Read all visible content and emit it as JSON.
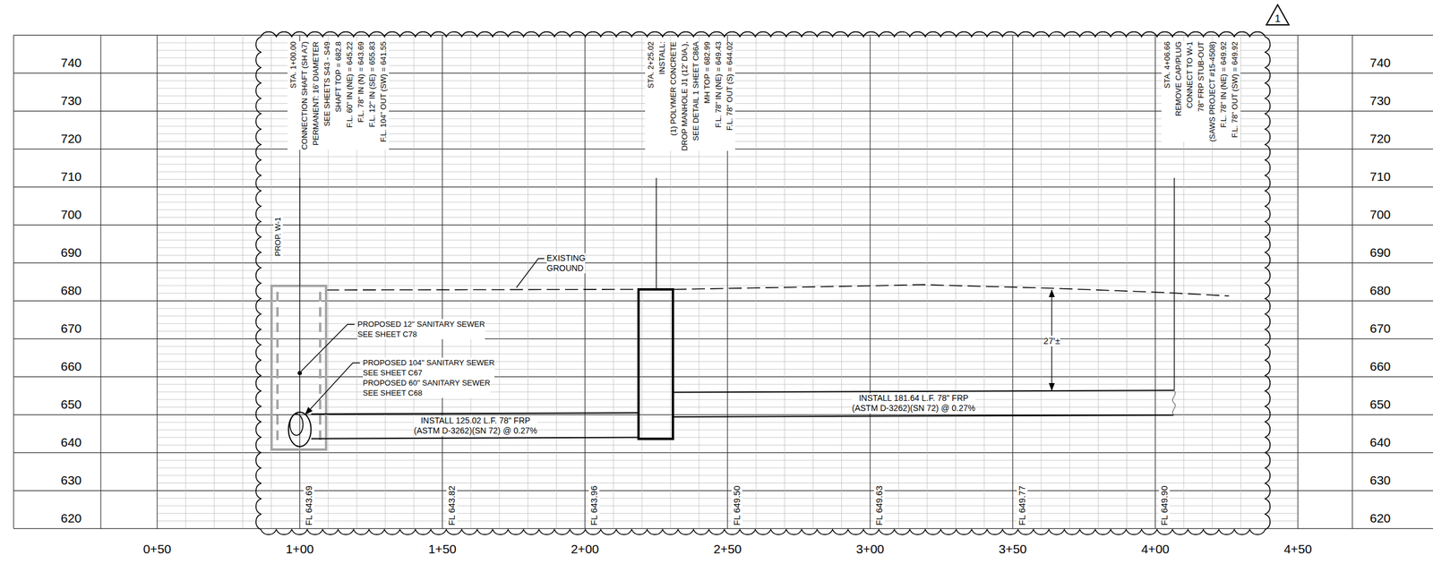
{
  "diagram": {
    "labels": [
      "1",
      "740",
      "730",
      "720",
      "710",
      "700",
      "690",
      "680",
      "670",
      "660",
      "650",
      "640",
      "630",
      "620",
      "STA. 1+00.00 CONNECTION SHAFT (SH A7) PERMANENT: 16' DIAMETER SEE SHEETS S43 - S49 SHAFT TOP = 682.8 F.L. 60\" IN (NE) = 645.22 F.L. 78\" IN (N) = 643.69 F.L. 12\" IN (SE) = 655.83 F.L. 104\" OUT (SW) = 641.55",
      "PROP. W-1",
      "STA. 2+25.02 INSTALL: (1) POLYMER CONCRETE DROP MANHOLE J1 (12' DIA.), SEE DETAIL 1 SHEET C86A MH TOP = 682.99 F.L. 78\" IN (NE) = 649.43 F.L. 78\" OUT (S) = 644.02",
      "STA. 4+06.66 REMOVE CAP/PLUG CONNECT TO W-1 78\" FRP STUB-OUT (SAWS PROJECT #15-4508) F.L. 78\" IN (NE) = 649.92 F.L. 78\" OUT (SW) = 649.92",
      "EXISTING GROUND",
      "PROPOSED 12\" SANITARY SEWER SEE SHEET C78",
      "PROPOSED 104\" SANITARY SEWER SEE SHEET C67",
      "PROPOSED 60\" SANITARY SEWER SEE SHEET C68",
      "INSTALL 125.02 L.F. 78\" FRP (ASTM D-3262)(SN 72) @ 0.27%",
      "INSTALL 181.64 L.F. 78\" FRP (ASTM D-3262)(SN 72) @ 0.27%",
      "27'±",
      "FL 643.69",
      "FL 643.82",
      "FL 643.96",
      "FL 649.50",
      "FL 649.63",
      "FL 649.77",
      "FL 649.90",
      "740",
      "730",
      "720",
      "710",
      "700",
      "690",
      "680",
      "670",
      "660",
      "650",
      "640",
      "630",
      "620",
      "0+50",
      "1+00",
      "1+50",
      "2+00",
      "2+50",
      "3+00",
      "3+50",
      "4+00",
      "4+50"
    ]
  }
}
